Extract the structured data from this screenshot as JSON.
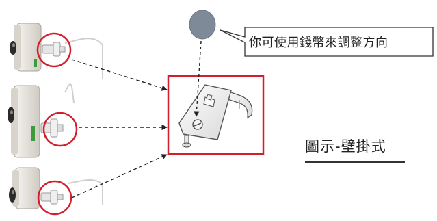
{
  "callout": {
    "text": "你可使用錢幣來調整方向",
    "coin_color": "#7f8a99"
  },
  "caption": {
    "text": "圖示-壁掛式"
  },
  "colors": {
    "highlight_red": "#d21f2b",
    "camera_body": "#e4e1db",
    "lens": "#2b2b2b",
    "status_led": "#3d9a3d"
  },
  "cameras": [
    {
      "name": "camera-1"
    },
    {
      "name": "camera-2"
    },
    {
      "name": "camera-3"
    }
  ]
}
